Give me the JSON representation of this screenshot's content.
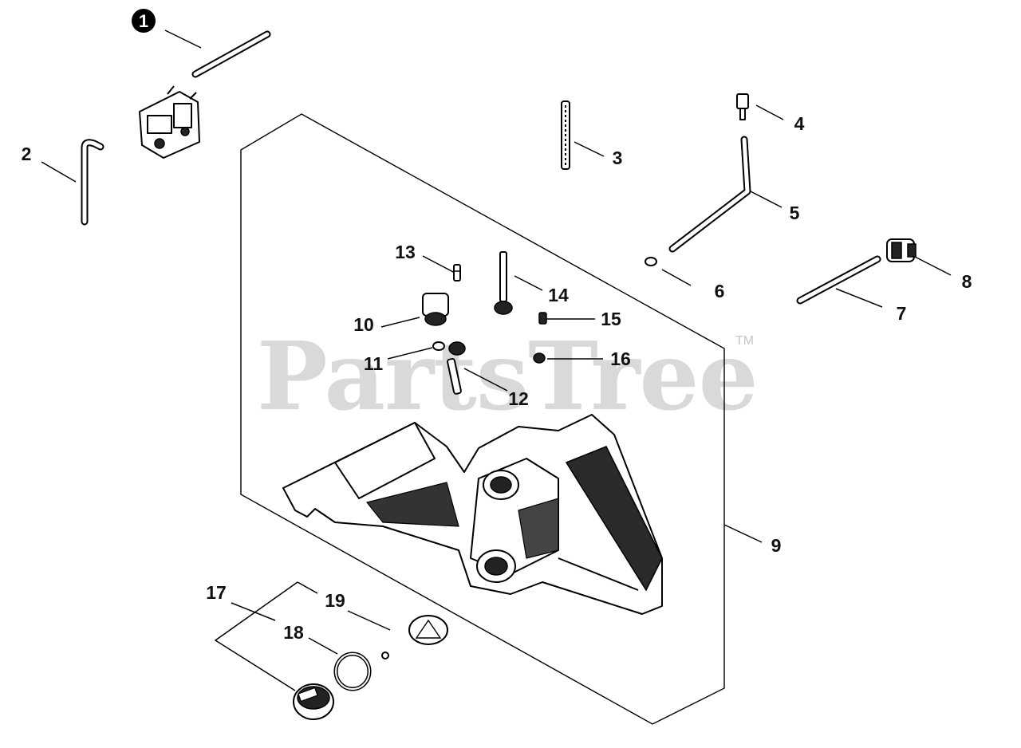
{
  "watermark": {
    "text": "PartsTree",
    "tm": "TM"
  },
  "callouts": [
    {
      "id": "c1",
      "label": "1",
      "badge": true
    },
    {
      "id": "c2",
      "label": "2"
    },
    {
      "id": "c3",
      "label": "3"
    },
    {
      "id": "c4",
      "label": "4"
    },
    {
      "id": "c5",
      "label": "5"
    },
    {
      "id": "c6",
      "label": "6"
    },
    {
      "id": "c7",
      "label": "7"
    },
    {
      "id": "c8",
      "label": "8"
    },
    {
      "id": "c9",
      "label": "9"
    },
    {
      "id": "c10",
      "label": "10"
    },
    {
      "id": "c11",
      "label": "11"
    },
    {
      "id": "c12",
      "label": "12"
    },
    {
      "id": "c13",
      "label": "13"
    },
    {
      "id": "c14",
      "label": "14"
    },
    {
      "id": "c15",
      "label": "15"
    },
    {
      "id": "c16",
      "label": "16"
    },
    {
      "id": "c17",
      "label": "17"
    },
    {
      "id": "c18",
      "label": "18"
    },
    {
      "id": "c19",
      "label": "19"
    }
  ]
}
